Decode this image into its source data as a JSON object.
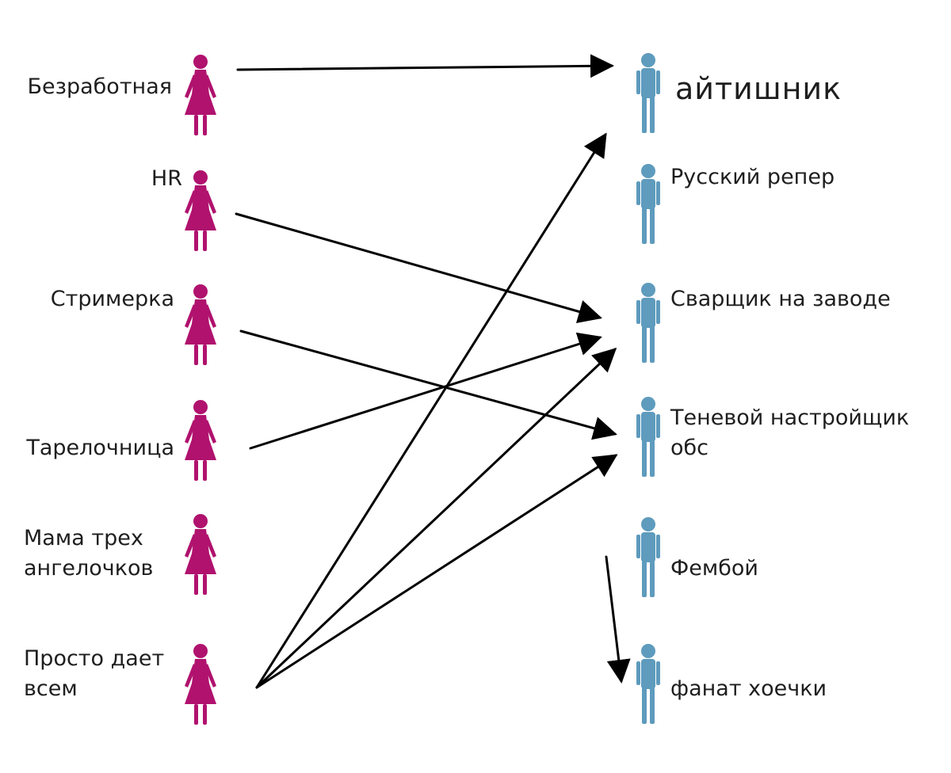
{
  "diagram": {
    "female_color": "#b0126e",
    "male_color": "#5e9bbd",
    "arrow_color": "#000000",
    "women": [
      {
        "label": "Безработная"
      },
      {
        "label": "HR"
      },
      {
        "label": "Стримерка"
      },
      {
        "label": "Тарелочница"
      },
      {
        "label_line1": "Мама трех",
        "label_line2": "ангелочков"
      },
      {
        "label_line1": "Просто дает",
        "label_line2": "всем"
      }
    ],
    "men": [
      {
        "label": "айтишник"
      },
      {
        "label": "Русский репер"
      },
      {
        "label": "Сварщик на заводе"
      },
      {
        "label_line1": "Теневой настройщик",
        "label_line2": "обс"
      },
      {
        "label": "Фембой"
      },
      {
        "label": "фанат хоечки"
      }
    ],
    "connections": [
      {
        "from": "Безработная",
        "to": "айтишник"
      },
      {
        "from": "HR",
        "to": "Сварщик на заводе"
      },
      {
        "from": "Стримерка",
        "to": "Теневой настройщик обс"
      },
      {
        "from": "Тарелочница",
        "to": "Сварщик на заводе"
      },
      {
        "from": "Просто дает всем",
        "to": "айтишник"
      },
      {
        "from": "Просто дает всем",
        "to": "Сварщик на заводе"
      },
      {
        "from": "Просто дает всем",
        "to": "Теневой настройщик обс"
      },
      {
        "from": "Фембой",
        "to": "фанат хоечки"
      }
    ]
  }
}
